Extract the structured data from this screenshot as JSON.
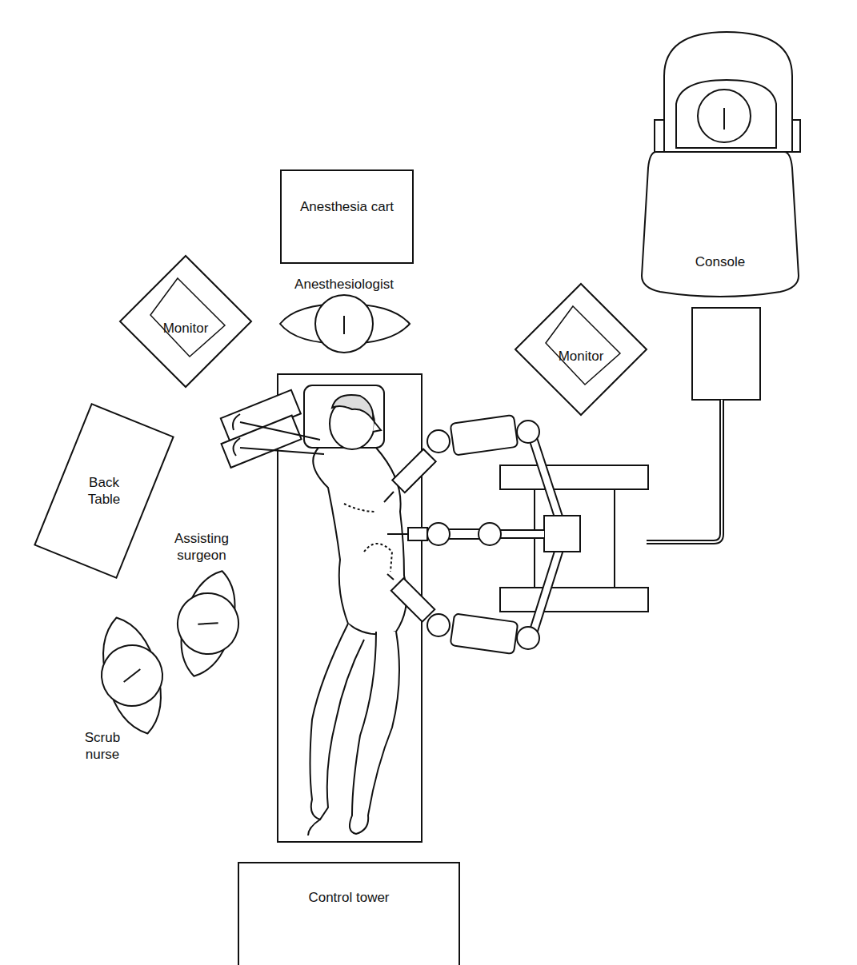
{
  "diagram": {
    "nodes": [
      {
        "text": [
          "Anesthesia cart"
        ]
      },
      {
        "text": [
          "Console"
        ]
      },
      {
        "text": [
          "Monitor"
        ]
      },
      {
        "text": [
          "Monitor"
        ]
      },
      {
        "text": [
          "Back Table"
        ]
      },
      {
        "text": [
          "Control tower"
        ]
      }
    ],
    "labels": [
      "Anesthesiologist",
      "Assisting surgeon",
      "Scrub nurse"
    ]
  }
}
